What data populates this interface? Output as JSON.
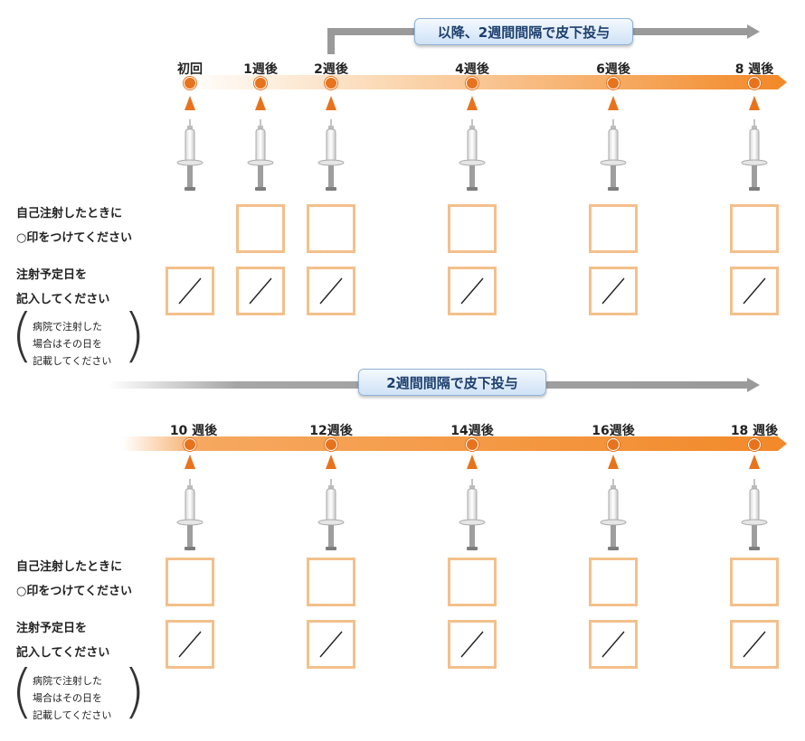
{
  "section1": {
    "banner_label": "以降、2週間間隔で皮下投与",
    "timepoints": [
      "初回",
      "1週後",
      "2週後",
      "4週後",
      "6週後",
      "8 週後"
    ]
  },
  "section2": {
    "banner_label": "2週間間隔で皮下投与",
    "timepoints": [
      "10 週後",
      "12週後",
      "14週後",
      "16週後",
      "18 週後"
    ]
  },
  "row_labels": {
    "self_injection_line1": "自己注射したときに",
    "self_injection_line2": "○印をつけてください",
    "schedule_line1": "注射予定日を",
    "schedule_line2": "記入してください",
    "hospital_note_line1": "病院で注射した",
    "hospital_note_line2": "場合はその日を",
    "hospital_note_line3": "記載してください"
  },
  "icons": {
    "timepoint_marker": "orange-dot-icon",
    "pointer": "up-triangle-icon",
    "syringe": "syringe-icon"
  },
  "colors": {
    "accent_orange": "#e8731d",
    "box_border": "#f3c08b",
    "banner_blue": "#cfe2f6",
    "arrow_gray": "#9a9a9a"
  }
}
